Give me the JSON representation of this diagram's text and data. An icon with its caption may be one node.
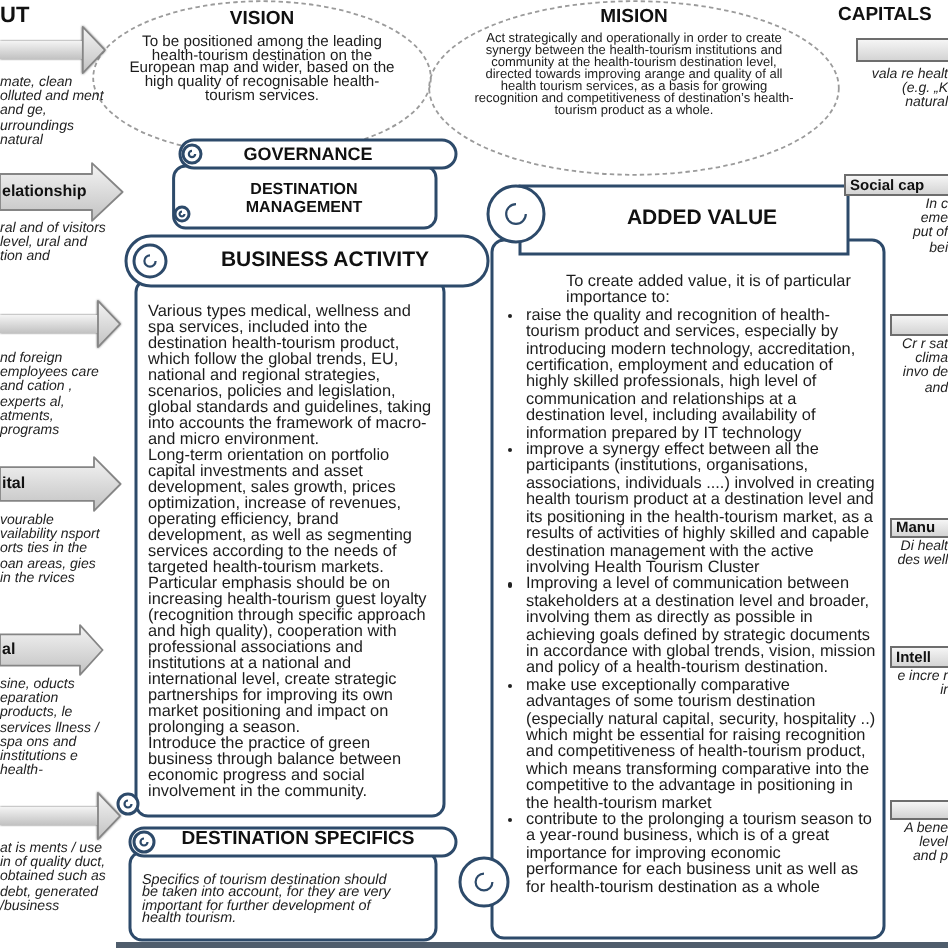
{
  "diagram": {
    "nodes": [
      {
        "text": [
          "elationship"
        ],
        "beside": [
          "ral and of visitors level, ural and tion and"
        ]
      },
      {
        "text": [
          "ital"
        ],
        "beside": [
          "vourable vailability nsport orts ties in the oan areas, gies in the rvices"
        ]
      },
      {
        "text": [
          "al"
        ],
        "beside": [
          "sine, oducts eparation products, le services llness / spa ons and institutions e health-"
        ]
      },
      {
        "text": [
          "VISION",
          "To be positioned among the leading health-tourism destination on the European map and wider, based on the high quality of recognisable health-tourism services."
        ]
      },
      {
        "text": [
          "MISION",
          "Act strategically and operationally in order to create synergy between the health-tourism institutions and community at the health-tourism destination level, directed towards improving arange and quality of all health tourism services, as a basis for growing recognition and competitiveness of destination’s health-tourism product as a whole."
        ]
      },
      {
        "text": [
          "GOVERNANCE",
          "DESTINATION MANAGEMENT"
        ]
      },
      {
        "text": [
          "BUSINESS ACTIVITY",
          "Various types medical, wellness and spa services, included into the destination health-tourism product, which follow the global trends, EU, national and regional strategies, scenarios, policies and legislation, global standards and guidelines, taking into accounts the framework of macro- and micro environment.",
          "Long-term orientation on portfolio capital investments and asset development, sales growth, prices optimization, increase of revenues, operating efficiency, brand development, as well as segmenting services according to the needs of targeted health-tourism markets.",
          "Particular emphasis should be on increasing health-tourism guest loyalty (recognition through specific approach and high quality), cooperation with professional associations and institutions at a national and international level, create strategic partnerships for improving its own market positioning and impact on prolonging a season.",
          "Introduce the practice of green business through balance between economic progress and social involvement in the community."
        ]
      },
      {
        "text": [
          "DESTINATION SPECIFICS",
          "Specifics of tourism destination should be taken into account, for they are very important for further development of health tourism."
        ]
      },
      {
        "text": [
          "ADDED VALUE",
          "To create added value, it is of particular importance to:",
          "raise the quality and recognition of health-tourism product and services, especially by introducing modern technology, accreditation, certification, employment and education of highly skilled professionals, high level of communication and relationships at a destination level, including availability of information prepared by IT technology",
          "improve a synergy effect between all the participants (institutions, organisations, associations, individuals ....) involved in creating health tourism product at a destination level and its positioning in the health-tourism market, as a results of activities of highly skilled and capable destination management with the active involving Health Tourism Cluster",
          "Improving a level of communication between stakeholders at a destination level and broader, involving them as directly as possible in achieving goals defined by strategic documents in accordance with global trends, vision, mission and policy of a health-tourism destination.",
          "make use exceptionally comparative advantages of some tourism destination (especially natural capital, security, hospitality ..) which might be essential for raising recognition and competitiveness of health-tourism product, which means transforming comparative into the competitive to the advantage in positioning in the health-tourism market",
          "contribute to the prolonging a tourism season to a year-round business, which is of a great importance for improving economic performance for each business unit as well as for health-tourism destination as a whole"
        ]
      },
      {
        "text": [],
        "shape": "box",
        "beside": [
          "vala re healt (e.g. „K natural"
        ]
      },
      {
        "text": [
          "Social cap"
        ],
        "beside": [
          "In c eme put of bei"
        ]
      },
      {
        "text": [],
        "shape": "box",
        "beside": [
          "Cr r sat clima invo de and"
        ]
      },
      {
        "text": [
          "Manu"
        ],
        "beside": [
          "Di healt des well"
        ]
      },
      {
        "text": [
          "Intell"
        ],
        "beside": [
          "e incre r ir"
        ]
      },
      {
        "text": [],
        "shape": "box",
        "beside": [
          "A bene level and p"
        ]
      }
    ],
    "edges": [
      {
        "from": null,
        "to": 3,
        "arrow": "to"
      },
      {
        "from": null,
        "to": 6,
        "arrow": "to"
      },
      {
        "from": null,
        "to": 6,
        "arrow": "to"
      }
    ],
    "labels": [
      "UT",
      "mate, clean olluted and ment and ge, urroundings natural",
      "nd foreign employees care and cation , experts al, atments, programs",
      "at is ments / use in of quality duct, obtained such as debt, generated /business",
      "CAPITALS"
    ]
  }
}
